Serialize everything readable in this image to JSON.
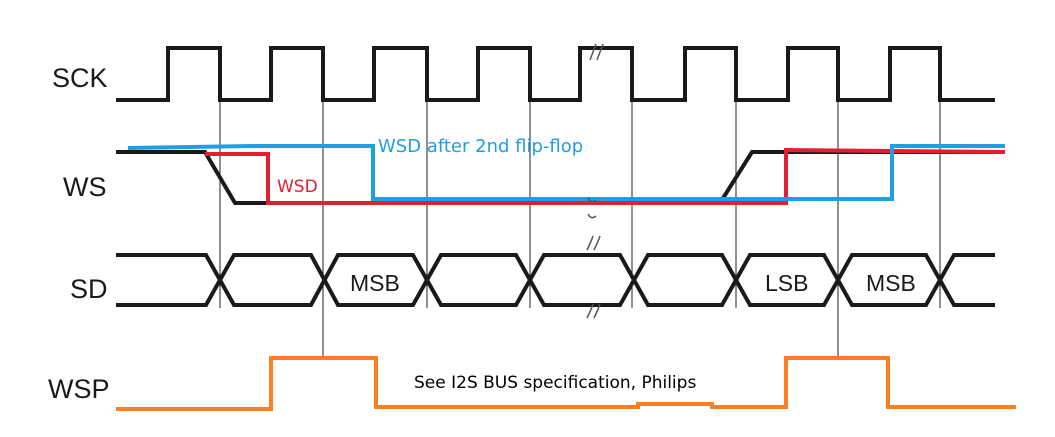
{
  "signals": {
    "sck": "SCK",
    "ws": "WS",
    "sd": "SD",
    "wsp": "WSP"
  },
  "slots": {
    "msb_first": "MSB",
    "lsb": "LSB",
    "msb_second": "MSB"
  },
  "annotations": {
    "wsd_second_flipflop": "WSD after 2nd flip-flop",
    "wsd": "WSD",
    "reference": "See I2S BUS specification, Philips"
  },
  "colors": {
    "signal": "#1a1a1a",
    "wsd": "#e02030",
    "wsd_second_flipflop": "#1ea0e0",
    "wsp": "#ff7f20"
  }
}
